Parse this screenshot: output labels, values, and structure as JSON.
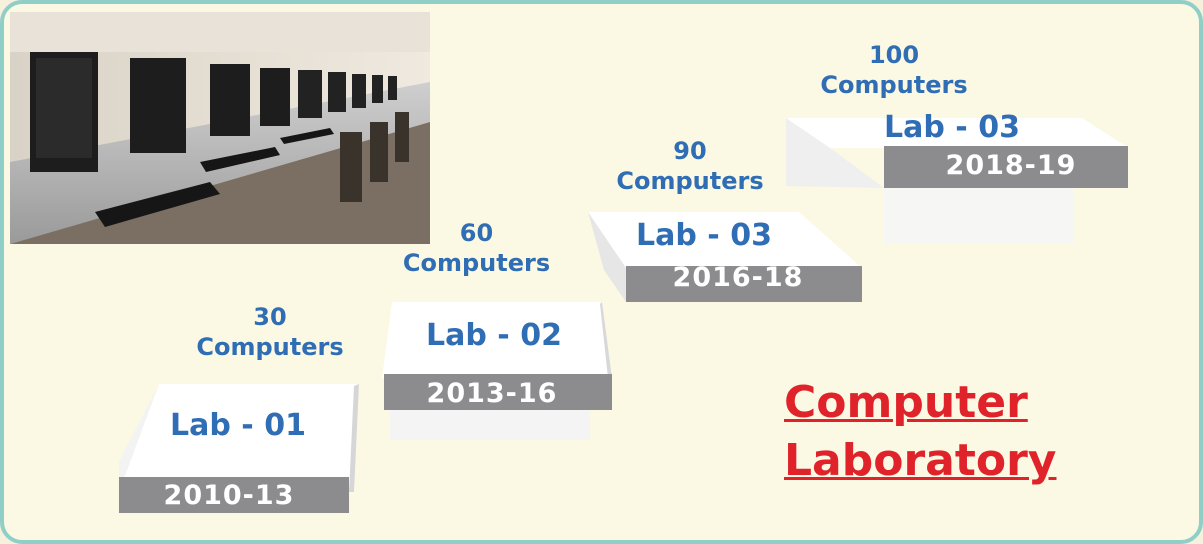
{
  "steps": [
    {
      "count_line1": "30",
      "count_line2": "Computers",
      "lab": "Lab - 01",
      "year": "2010-13"
    },
    {
      "count_line1": "60",
      "count_line2": "Computers",
      "lab": "Lab - 02",
      "year": "2013-16"
    },
    {
      "count_line1": "90",
      "count_line2": "Computers",
      "lab": "Lab - 03",
      "year": "2016-18"
    },
    {
      "count_line1": "100",
      "count_line2": "Computers",
      "lab": "Lab - 03",
      "year": "2018-19"
    }
  ],
  "title": {
    "line1": "Computer",
    "line2": "Laboratory"
  },
  "photo": {
    "icon": "computer-lab-photo"
  },
  "colors": {
    "accent_blue": "#2f6db4",
    "title_red": "#e0232b",
    "border": "#8fcfc8",
    "year_bar": "#8c8c8f"
  }
}
